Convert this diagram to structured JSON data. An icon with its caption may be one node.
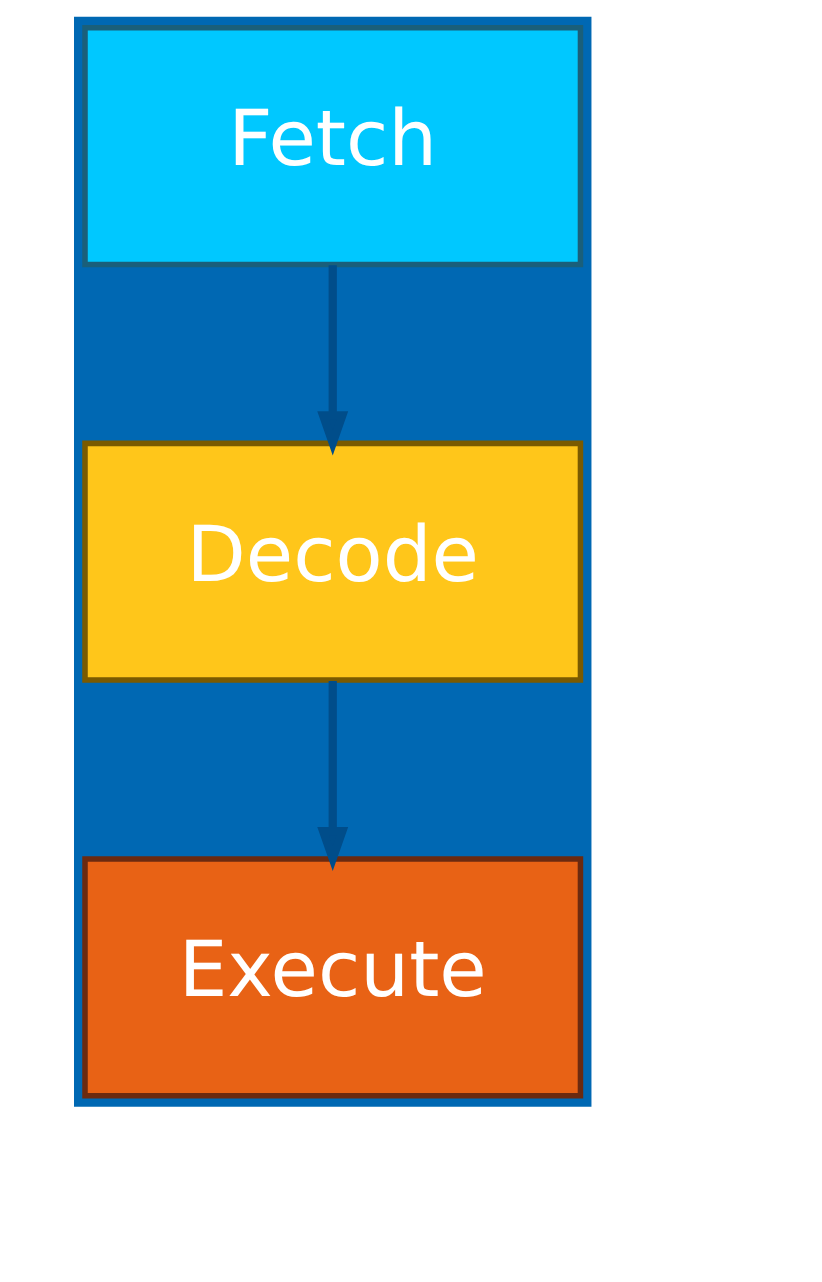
{
  "diagram": {
    "nodes": [
      {
        "text": [
          "Fetch"
        ]
      },
      {
        "text": [
          "Decode"
        ]
      },
      {
        "text": [
          "Execute"
        ]
      }
    ],
    "edges": [
      {
        "from": 0,
        "to": 1,
        "arrow": "to"
      },
      {
        "from": 1,
        "to": 2,
        "arrow": "to"
      }
    ]
  }
}
